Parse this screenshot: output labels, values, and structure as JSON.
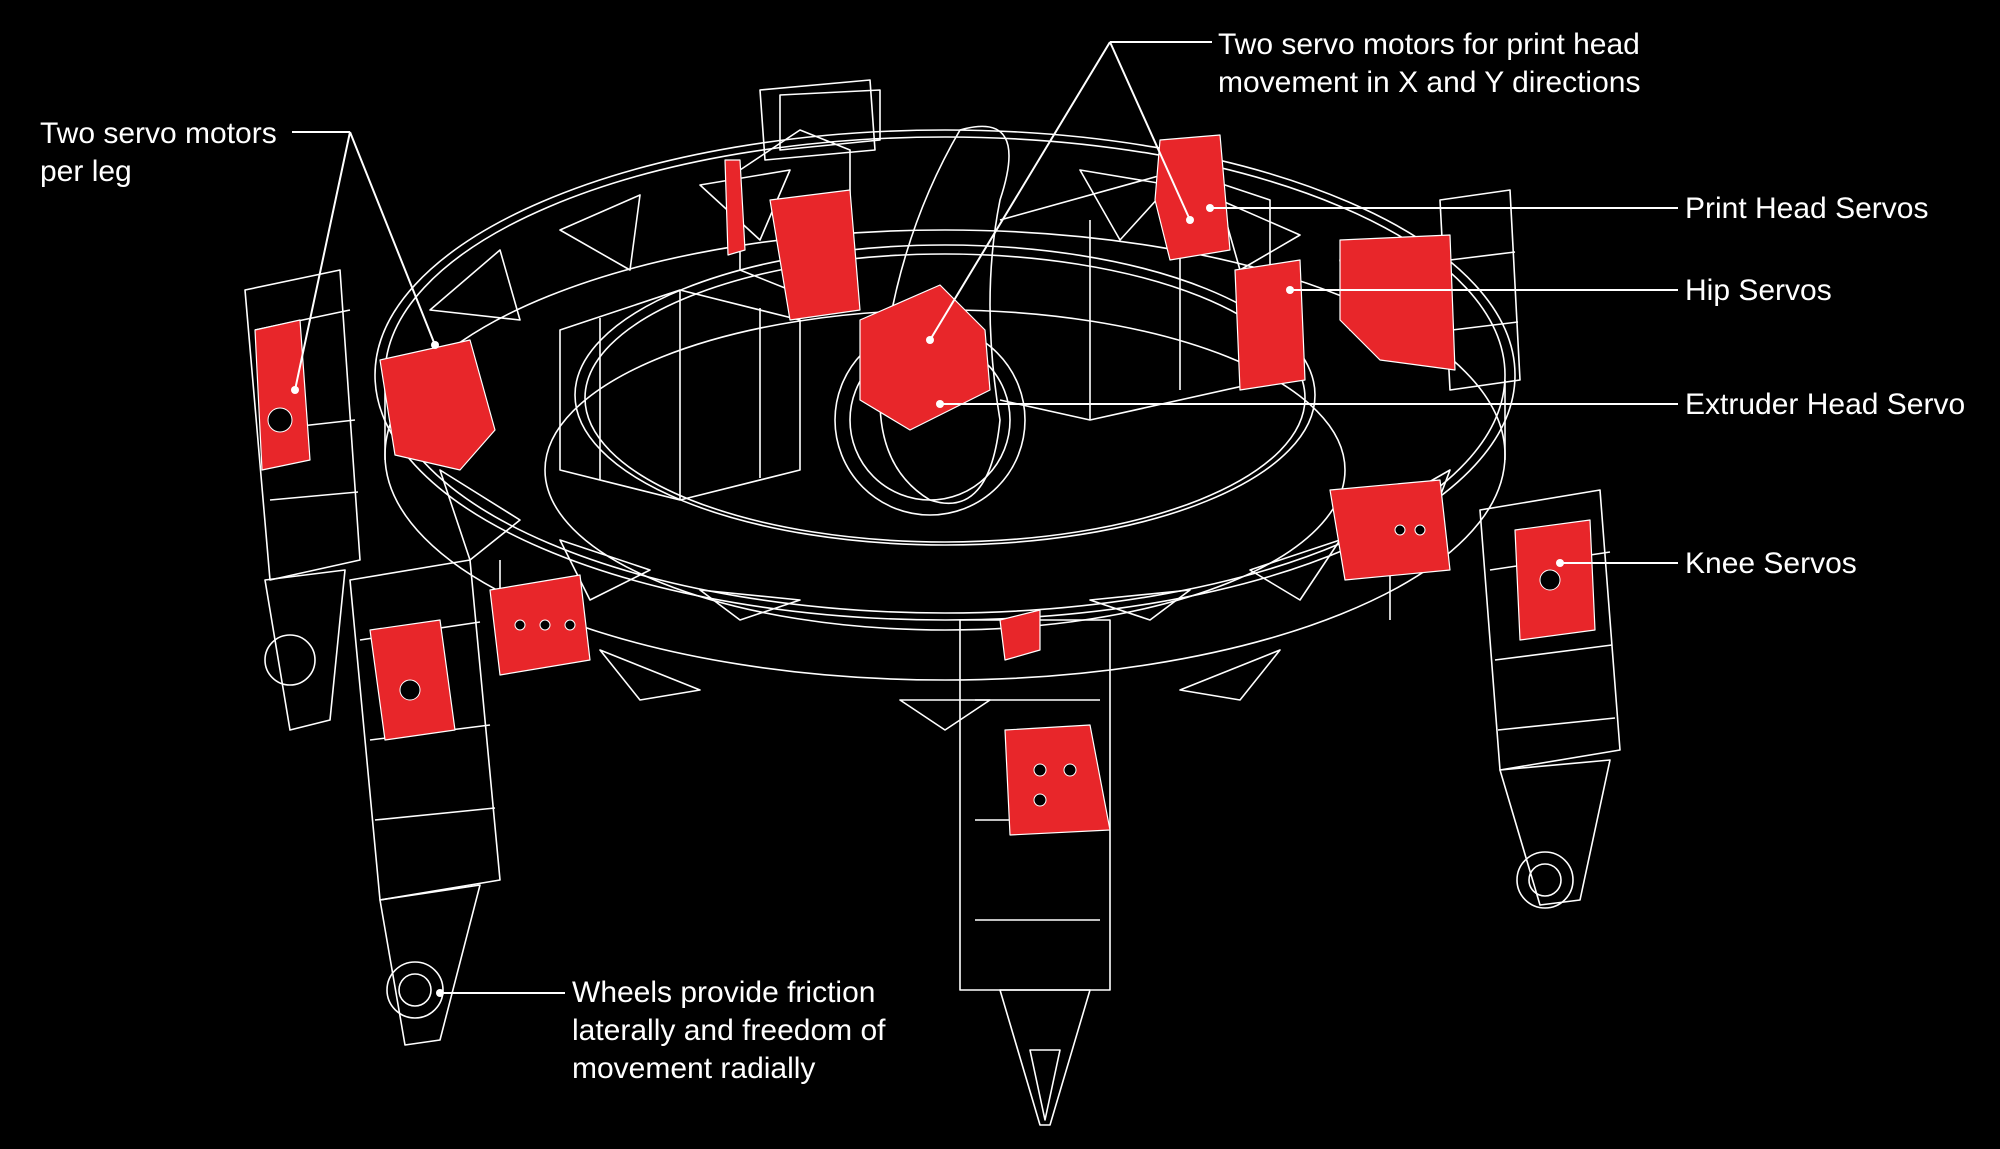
{
  "colors": {
    "background": "#000000",
    "wireframe": "#ffffff",
    "servo_highlight": "#e8262a",
    "label_text": "#ffffff"
  },
  "annotations": {
    "leg_servos": {
      "lines": [
        "Two servo motors",
        "per leg"
      ]
    },
    "print_head_motors": {
      "lines": [
        "Two servo motors for print head",
        "movement in X and Y directions"
      ]
    },
    "print_head_servos": {
      "label": "Print Head Servos"
    },
    "hip_servos": {
      "label": "Hip Servos"
    },
    "extruder_head_servo": {
      "label": "Extruder Head Servo"
    },
    "knee_servos": {
      "label": "Knee Servos"
    },
    "wheels": {
      "lines": [
        "Wheels provide friction",
        "laterally and freedom of",
        "movement radially"
      ]
    }
  }
}
